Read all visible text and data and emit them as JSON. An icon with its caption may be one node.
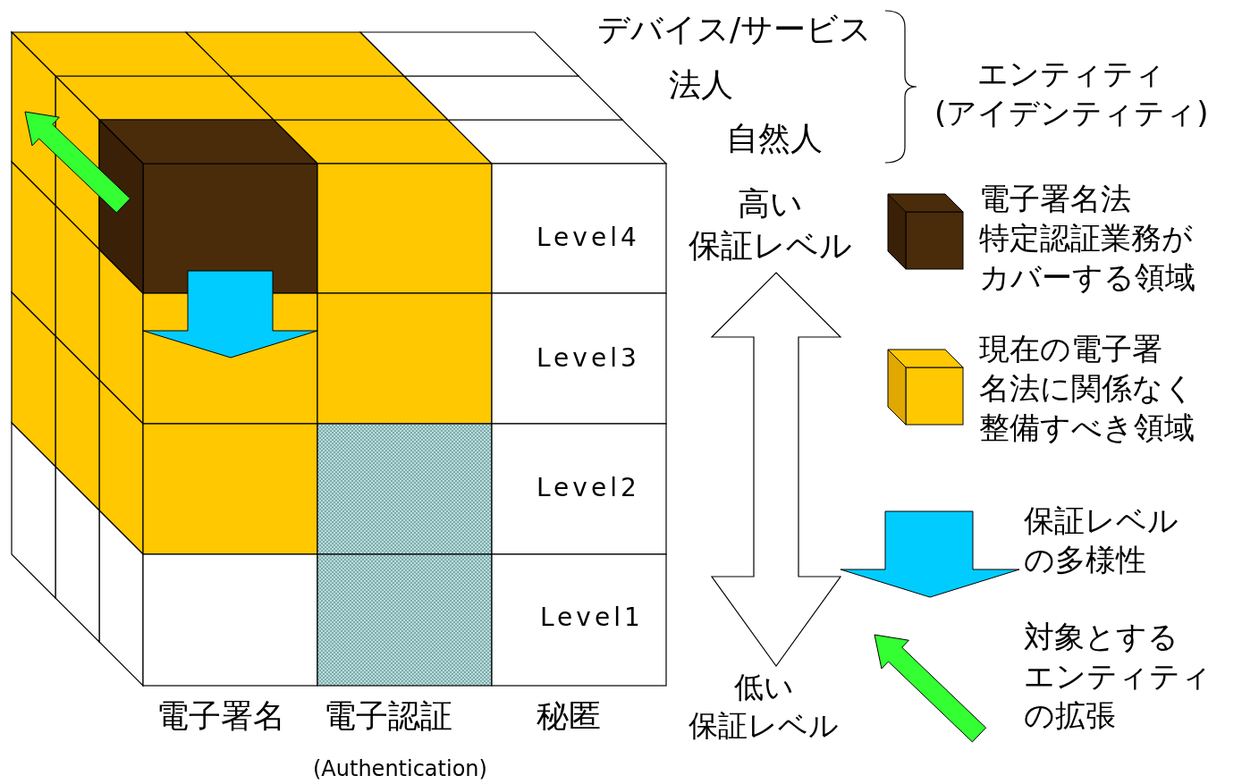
{
  "diagram": {
    "labels": [
      "デバイス/サービス",
      "法人",
      "自然人",
      "エンティティ (アイデンティティ)",
      "Level4",
      "Level3",
      "Level2",
      "Level1",
      "高い保証レベル",
      "低い保証レベル",
      "電子署名",
      "電子認証",
      "秘匿",
      "(Authentication)"
    ],
    "legend": [
      {
        "text": "電子署名法特定認証業務がカバーする領域",
        "color": "#4a2c0a"
      },
      {
        "text": "現在の電子署名法に関係なく整備すべき領域",
        "color": "#ffc800"
      },
      {
        "text": "保証レベルの多様性"
      },
      {
        "text": "対象とするエンティティの拡張"
      }
    ]
  }
}
